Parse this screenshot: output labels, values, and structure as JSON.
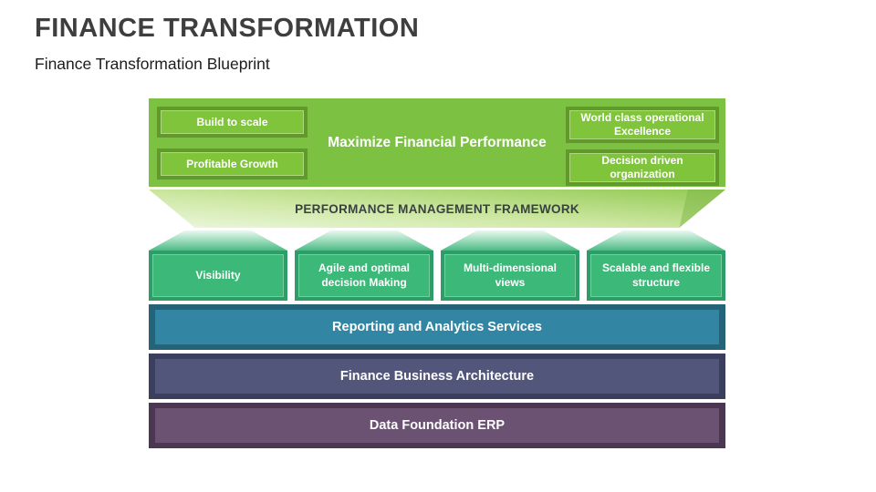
{
  "slide": {
    "title": "FINANCE TRANSFORMATION",
    "subtitle": "Finance Transformation Blueprint"
  },
  "diagram": {
    "goal_panel": {
      "bg_color": "#7cc142",
      "item_fill": "#80c43c",
      "item_border": "#619a2a",
      "center_label": "Maximize Financial Performance",
      "left_items": [
        "Build to scale",
        "Profitable Growth"
      ],
      "right_items": [
        "World class operational Excellence",
        "Decision driven organization"
      ]
    },
    "banner": {
      "label": "PERFORMANCE MANAGEMENT FRAMEWORK",
      "gradient_top": "#93ca53",
      "gradient_bottom": "#ecf7de",
      "text_color": "#3a4144"
    },
    "pillars": {
      "fill": "#3cb878",
      "border": "#2e9d68",
      "roof_top": "#eaf8f0",
      "roof_bottom": "#4cba86",
      "items": [
        "Visibility",
        "Agile and optimal decision Making",
        "Multi-dimensional views",
        "Scalable and flexible structure"
      ]
    },
    "layers": [
      {
        "label": "Reporting and Analytics Services",
        "fill": "#3286a3",
        "border": "#256379"
      },
      {
        "label": "Finance Business Architecture",
        "fill": "#53567b",
        "border": "#3b3e5c"
      },
      {
        "label": "Data Foundation ERP",
        "fill": "#6b5172",
        "border": "#4b3751"
      }
    ]
  }
}
